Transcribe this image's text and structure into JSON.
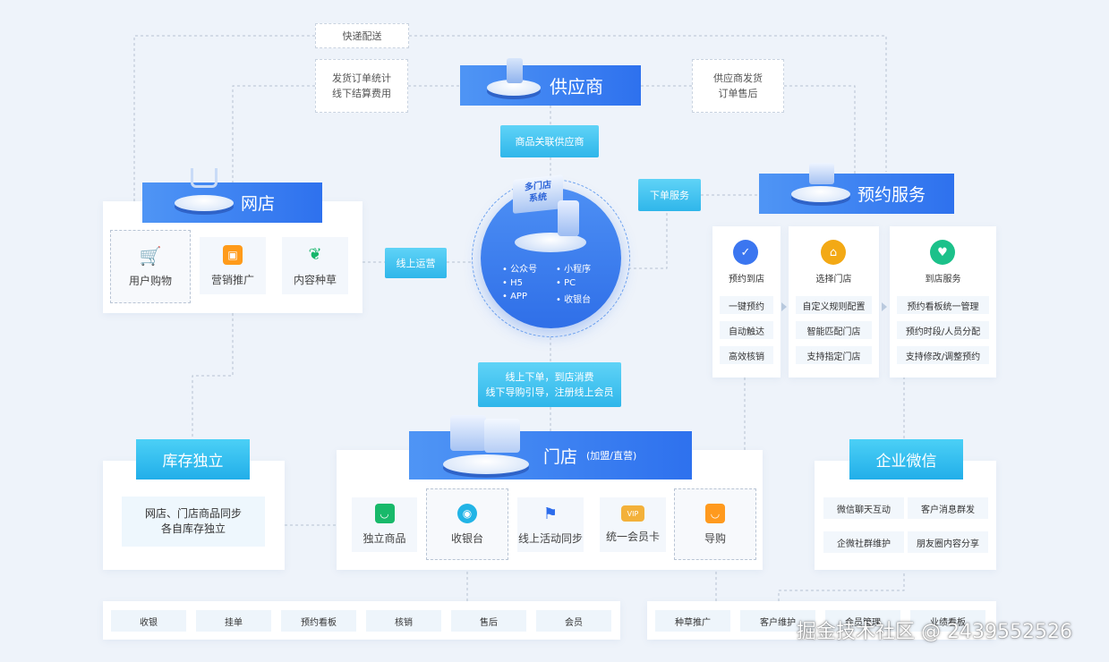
{
  "notes": {
    "express": "快递配送",
    "ship_stats": "发货订单统计\n线下结算费用",
    "supplier_ship": "供应商发货\n订单售后"
  },
  "labels": {
    "link_supplier": "商品关联供应商",
    "online_ops": "线上运营",
    "order_service": "下单服务",
    "online_offline": "线上下单，到店消费\n线下导购引导，注册线上会员"
  },
  "supplier": {
    "title": "供应商"
  },
  "hub": {
    "title": "多门店\n系统",
    "items": [
      "• 公众号",
      "• 小程序",
      "• H5",
      "• PC",
      "• APP",
      "• 收银台"
    ]
  },
  "webshop": {
    "title": "网店",
    "tiles": [
      {
        "label": "用户购物",
        "icon": "cart-icon"
      },
      {
        "label": "营销推广",
        "icon": "gift-icon"
      },
      {
        "label": "内容种草",
        "icon": "sprout-icon"
      }
    ]
  },
  "booking": {
    "title": "预约服务",
    "cols": [
      {
        "title": "预约到店",
        "icon": "calendar-check-icon",
        "items": [
          "一键预约",
          "自动触达",
          "高效核销"
        ]
      },
      {
        "title": "选择门店",
        "icon": "store-icon",
        "items": [
          "自定义规则配置",
          "智能匹配门店",
          "支持指定门店"
        ]
      },
      {
        "title": "到店服务",
        "icon": "heart-icon",
        "items": [
          "预约看板统一管理",
          "预约时段/人员分配",
          "支持修改/调整预约"
        ]
      }
    ]
  },
  "inventory": {
    "title": "库存独立",
    "text": "网店、门店商品同步\n各自库存独立"
  },
  "store": {
    "title": "门店",
    "subtitle": "(加盟/直营)",
    "tiles": [
      {
        "label": "独立商品",
        "icon": "bag-icon"
      },
      {
        "label": "收银台",
        "icon": "cashier-icon"
      },
      {
        "label": "线上活动同步",
        "icon": "flag-icon"
      },
      {
        "label": "统一会员卡",
        "icon": "vip-card-icon",
        "badge": "VIP"
      },
      {
        "label": "导购",
        "icon": "guide-icon"
      }
    ]
  },
  "wecom": {
    "title": "企业微信",
    "items": [
      "微信聊天互动",
      "客户消息群发",
      "企微社群维护",
      "朋友圈内容分享"
    ]
  },
  "bottom_left": [
    "收银",
    "挂单",
    "预约看板",
    "核销",
    "售后",
    "会员"
  ],
  "bottom_right": [
    "种草推广",
    "客户维护",
    "会员管理",
    "业绩看板"
  ],
  "watermark": "掘金技术社区 @ 2439552526",
  "colors": {
    "blue": "#2e71ee",
    "cyan": "#22aee9",
    "bg": "#eef3fa"
  }
}
